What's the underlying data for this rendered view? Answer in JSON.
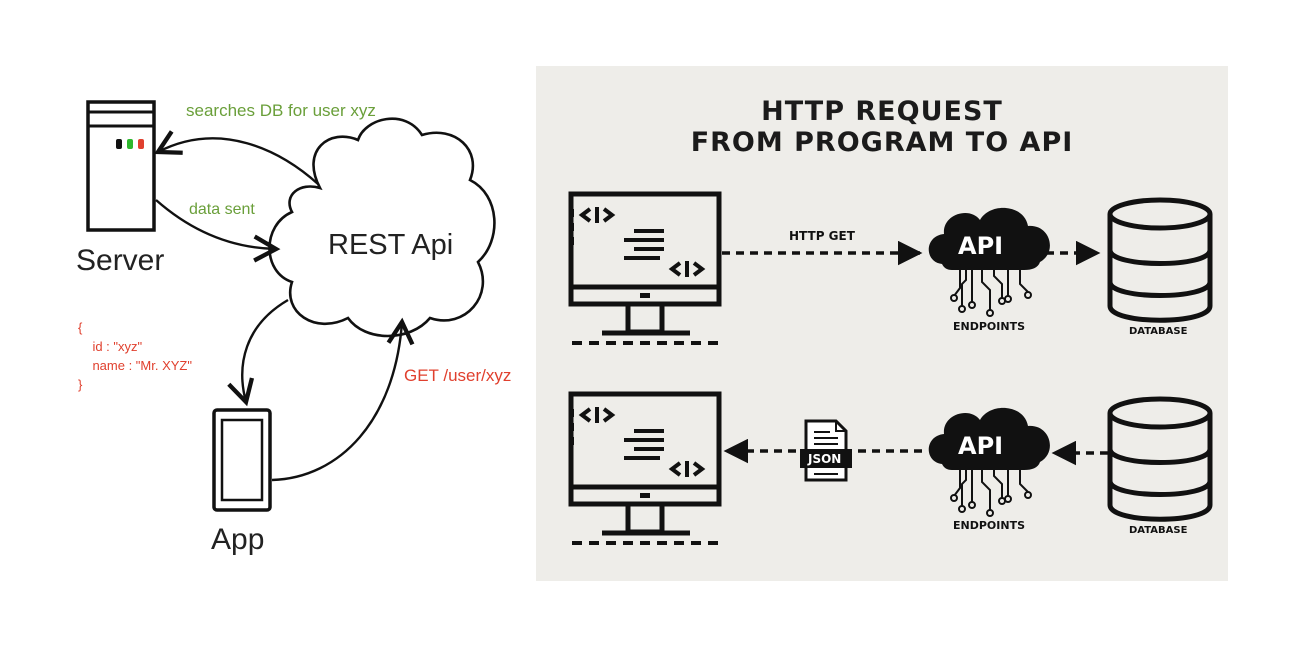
{
  "left_diagram": {
    "server_label": "Server",
    "cloud_label": "REST Api",
    "app_label": "App",
    "search_label": "searches DB for user xyz",
    "data_sent_label": "data sent",
    "request_label": "GET /user/xyz",
    "response_code": {
      "open": "{",
      "line1": "    id : \"xyz\"",
      "line2": "    name : \"Mr. XYZ\"",
      "close": "}"
    }
  },
  "right_diagram": {
    "title_line1": "HTTP REQUEST",
    "title_line2": "FROM PROGRAM TO API",
    "request_row": {
      "arrow_label": "HTTP GET",
      "api_label": "API",
      "endpoints_label": "ENDPOINTS",
      "database_label": "DATABASE"
    },
    "response_row": {
      "file_label": "JSON",
      "api_label": "API",
      "endpoints_label": "ENDPOINTS",
      "database_label": "DATABASE"
    }
  },
  "colors": {
    "green_text": "#6a9f3a",
    "red_text": "#e0402e",
    "panel_bg": "#eeede9",
    "dark": "#111111"
  }
}
